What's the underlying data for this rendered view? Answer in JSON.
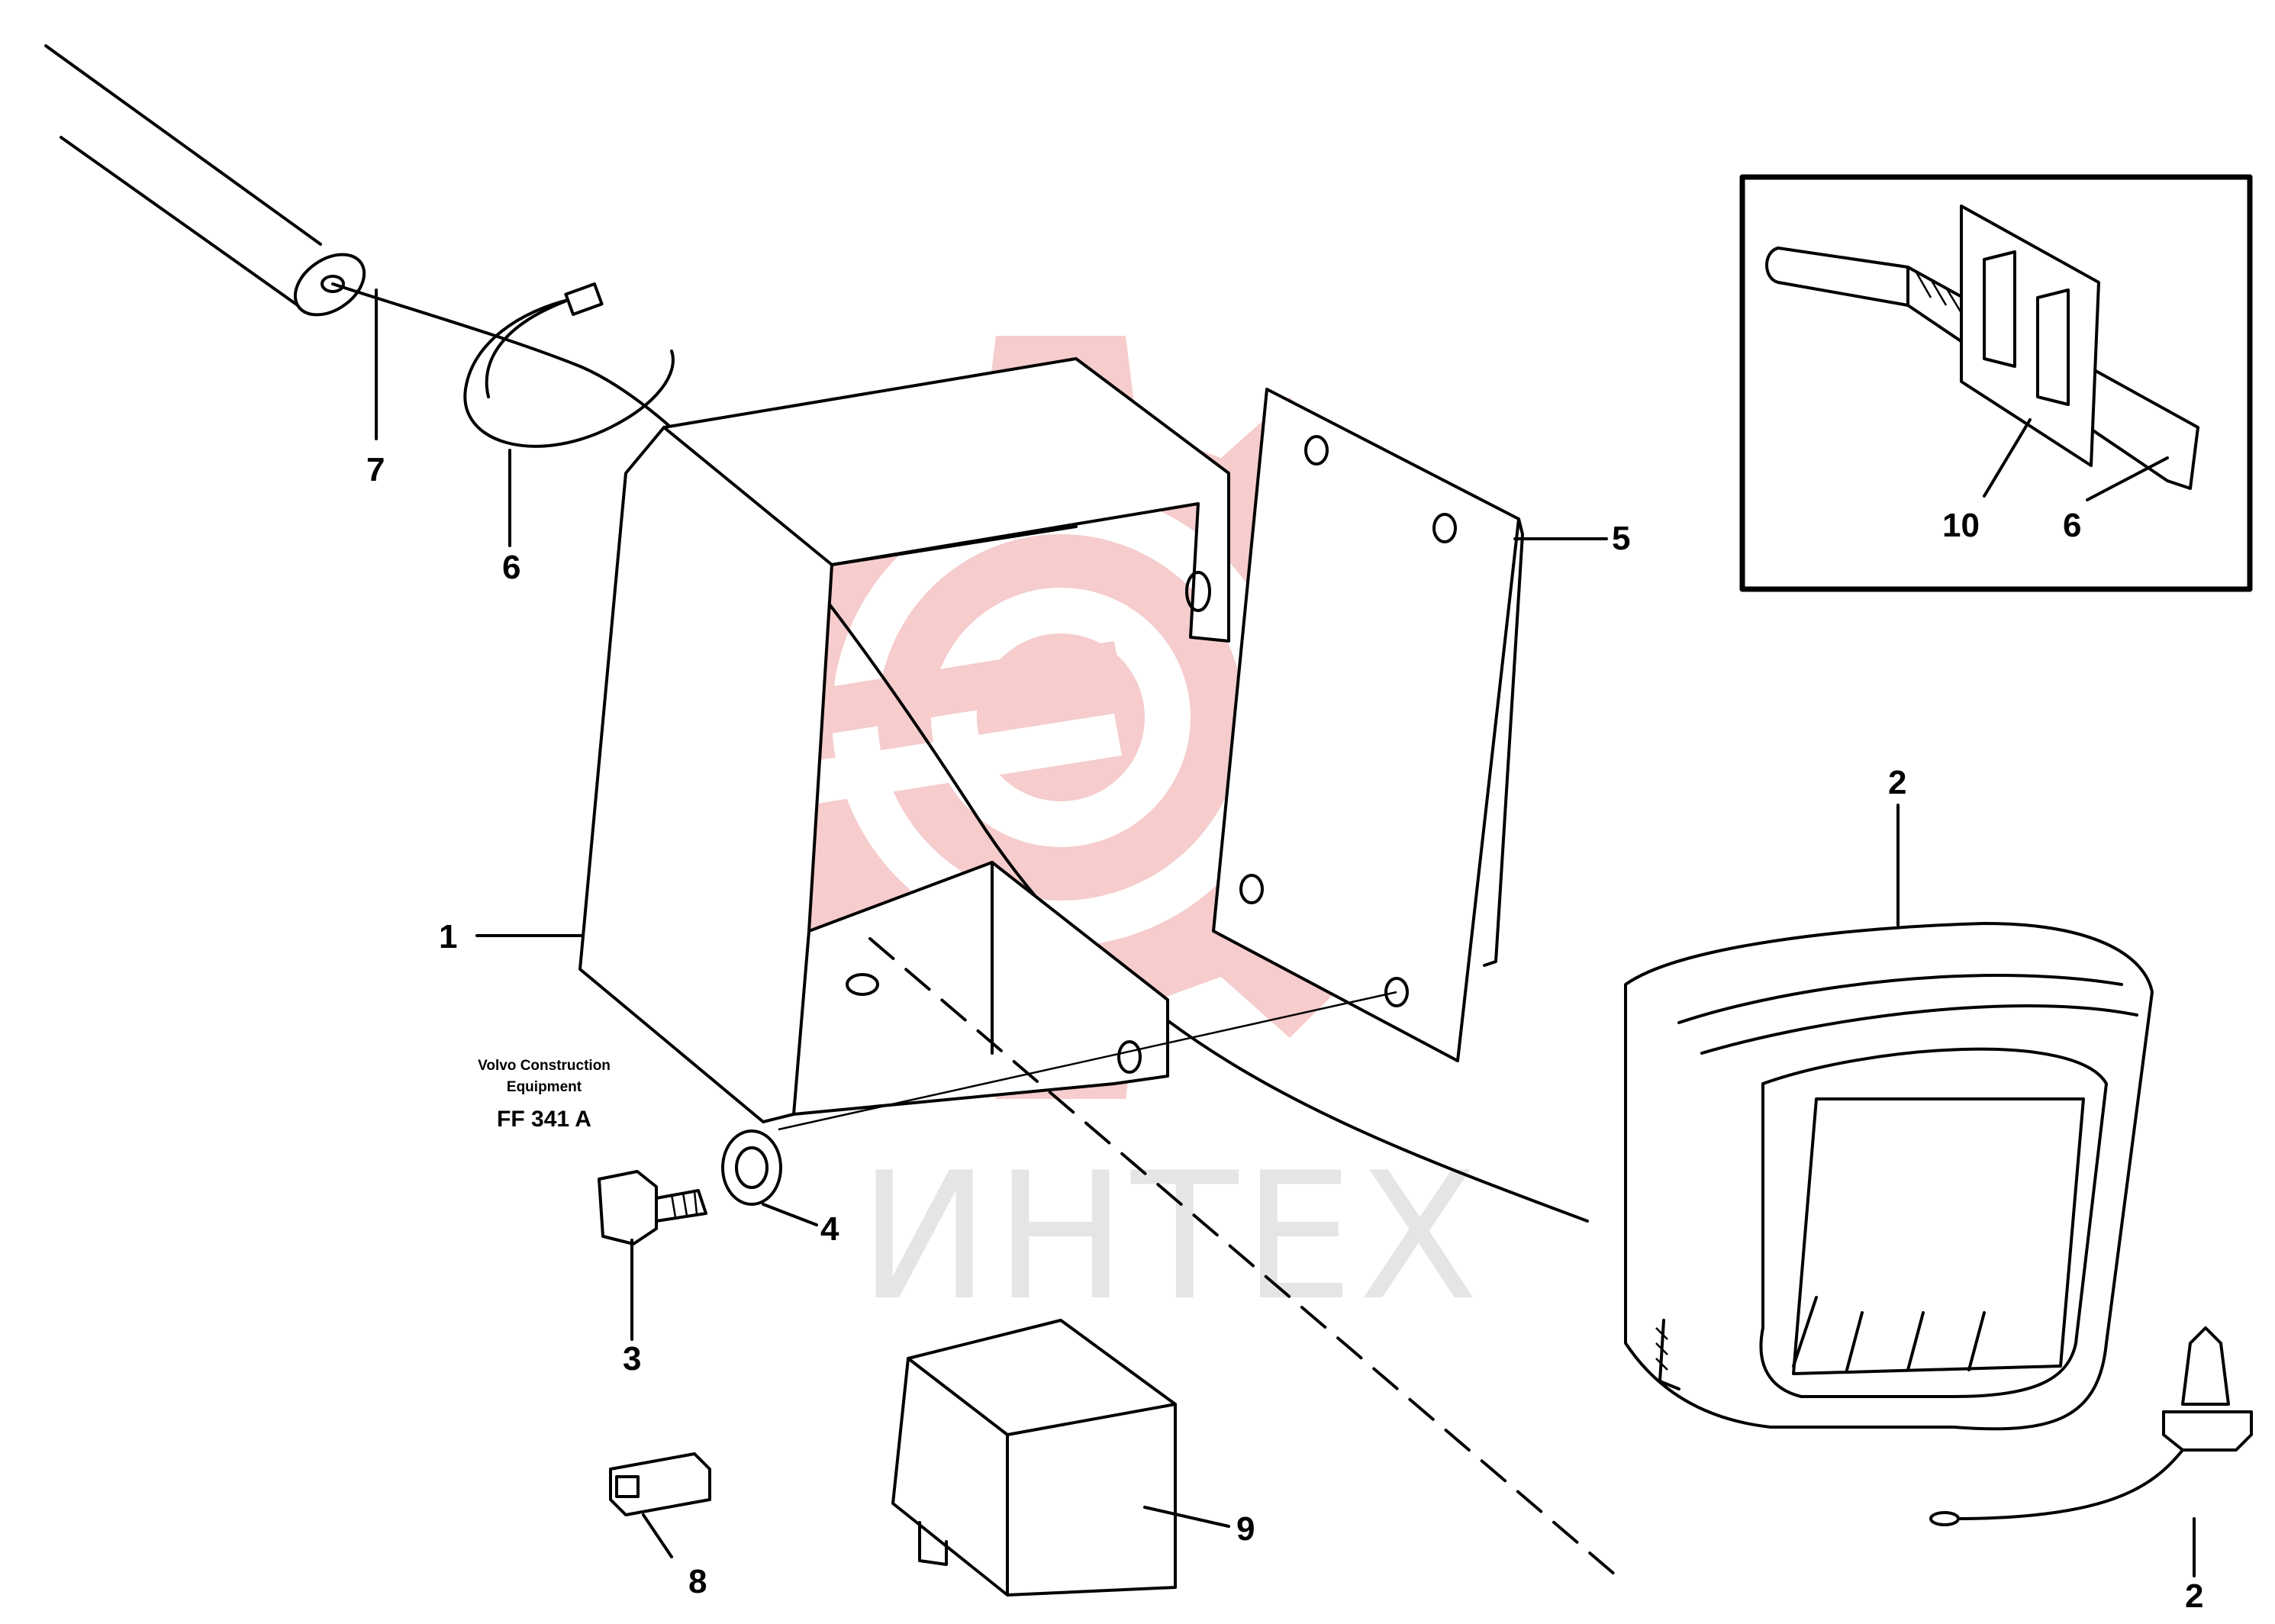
{
  "drawing_id": "FF 341 A",
  "credit": {
    "line1": "Volvo Construction",
    "line2": "Equipment",
    "code": "FF 341 A"
  },
  "watermark": {
    "text": "ИНТЕХ",
    "color": "#f6c7c7",
    "logo": "gear-icon"
  },
  "callouts": [
    {
      "id": "callout-1",
      "number": "1"
    },
    {
      "id": "callout-2-lamp",
      "number": "2"
    },
    {
      "id": "callout-2-bulb",
      "number": "2"
    },
    {
      "id": "callout-3",
      "number": "3"
    },
    {
      "id": "callout-4",
      "number": "4"
    },
    {
      "id": "callout-5",
      "number": "5"
    },
    {
      "id": "callout-6-main",
      "number": "6"
    },
    {
      "id": "callout-6-inset",
      "number": "6"
    },
    {
      "id": "callout-7",
      "number": "7"
    },
    {
      "id": "callout-8",
      "number": "8"
    },
    {
      "id": "callout-9",
      "number": "9"
    },
    {
      "id": "callout-10",
      "number": "10"
    }
  ]
}
